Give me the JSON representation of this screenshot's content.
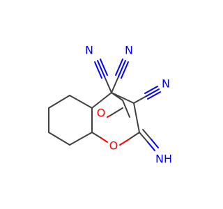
{
  "molecule": {
    "atoms": {
      "n1": "N",
      "n2": "N",
      "n3": "N",
      "o_bridge": "O",
      "o_ring": "O",
      "imine": "NH"
    },
    "colors": {
      "bond": "#404040",
      "nitrogen": "#0000ff",
      "oxygen": "#ff0000"
    }
  }
}
